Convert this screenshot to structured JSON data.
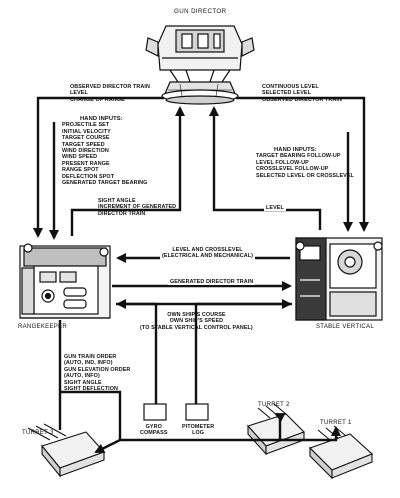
{
  "title": "GUN DIRECTOR",
  "units": {
    "rangekeeper": "RANGEKEEPER",
    "stable_vertical": "STABLE VERTICAL",
    "gyro_compass": [
      "GYRO",
      "COMPASS"
    ],
    "pitometer_log": [
      "PITOMETER",
      "LOG"
    ],
    "turret_1": "TURRET 1",
    "turret_2": "TURRET 2",
    "turret_3": "TURRET 3"
  },
  "signals": {
    "director_to_rangekeeper": [
      "OBSERVED DIRECTOR TRAIN",
      "LEVEL",
      "CHANGE OF RANGE"
    ],
    "director_to_stable_vertical": [
      "CONTINUOUS LEVEL",
      "SELECTED LEVEL",
      "OBSERVED DIRECTOR TRAIN"
    ],
    "rangekeeper_hand_inputs_title": "HAND INPUTS:",
    "rangekeeper_hand_inputs": [
      "PROJECTILE SET",
      "INITIAL VELOCITY",
      "TARGET COURSE",
      "TARGET SPEED",
      "WIND DIRECTION",
      "WIND SPEED",
      "PRESENT RANGE",
      "RANGE SPOT",
      "DEFLECTION SPOT",
      "GENERATED TARGET BEARING"
    ],
    "stable_vertical_hand_inputs_title": "HAND INPUTS:",
    "stable_vertical_hand_inputs": [
      "TARGET BEARING FOLLOW-UP",
      "LEVEL FOLLOW-UP",
      "CROSSLEVEL FOLLOW-UP",
      "SELECTED LEVEL OR CROSSLEVEL"
    ],
    "rangekeeper_to_director": [
      "SIGHT ANGLE",
      "INCREMENT OF GENERATED",
      "DIRECTOR TRAIN"
    ],
    "level": "LEVEL",
    "level_crosslevel": [
      "LEVEL AND CROSSLEVEL",
      "(ELECTRICAL AND MECHANICAL)"
    ],
    "generated_director_train": "GENERATED DIRECTOR TRAIN",
    "own_ship": [
      "OWN SHIP'S COURSE",
      "OWN SHIP'S SPEED",
      "(TO STABLE VERTICAL CONTROL PANEL)"
    ],
    "gun_orders": [
      "GUN TRAIN ORDER",
      "(AUTO, IND, INFO)",
      "GUN ELEVATION ORDER",
      "(AUTO, INFO)",
      "SIGHT ANGLE",
      "SIGHT DEFLECTION"
    ]
  }
}
